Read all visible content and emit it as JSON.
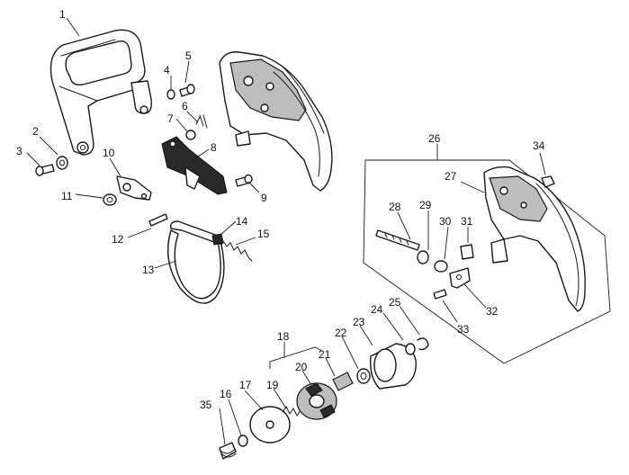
{
  "callouts": [
    "1",
    "2",
    "3",
    "4",
    "5",
    "6",
    "7",
    "8",
    "9",
    "10",
    "11",
    "12",
    "13",
    "14",
    "15",
    "16",
    "17",
    "18",
    "19",
    "20",
    "21",
    "22",
    "23",
    "24",
    "25",
    "26",
    "27",
    "28",
    "29",
    "30",
    "31",
    "32",
    "33",
    "34",
    "35"
  ]
}
